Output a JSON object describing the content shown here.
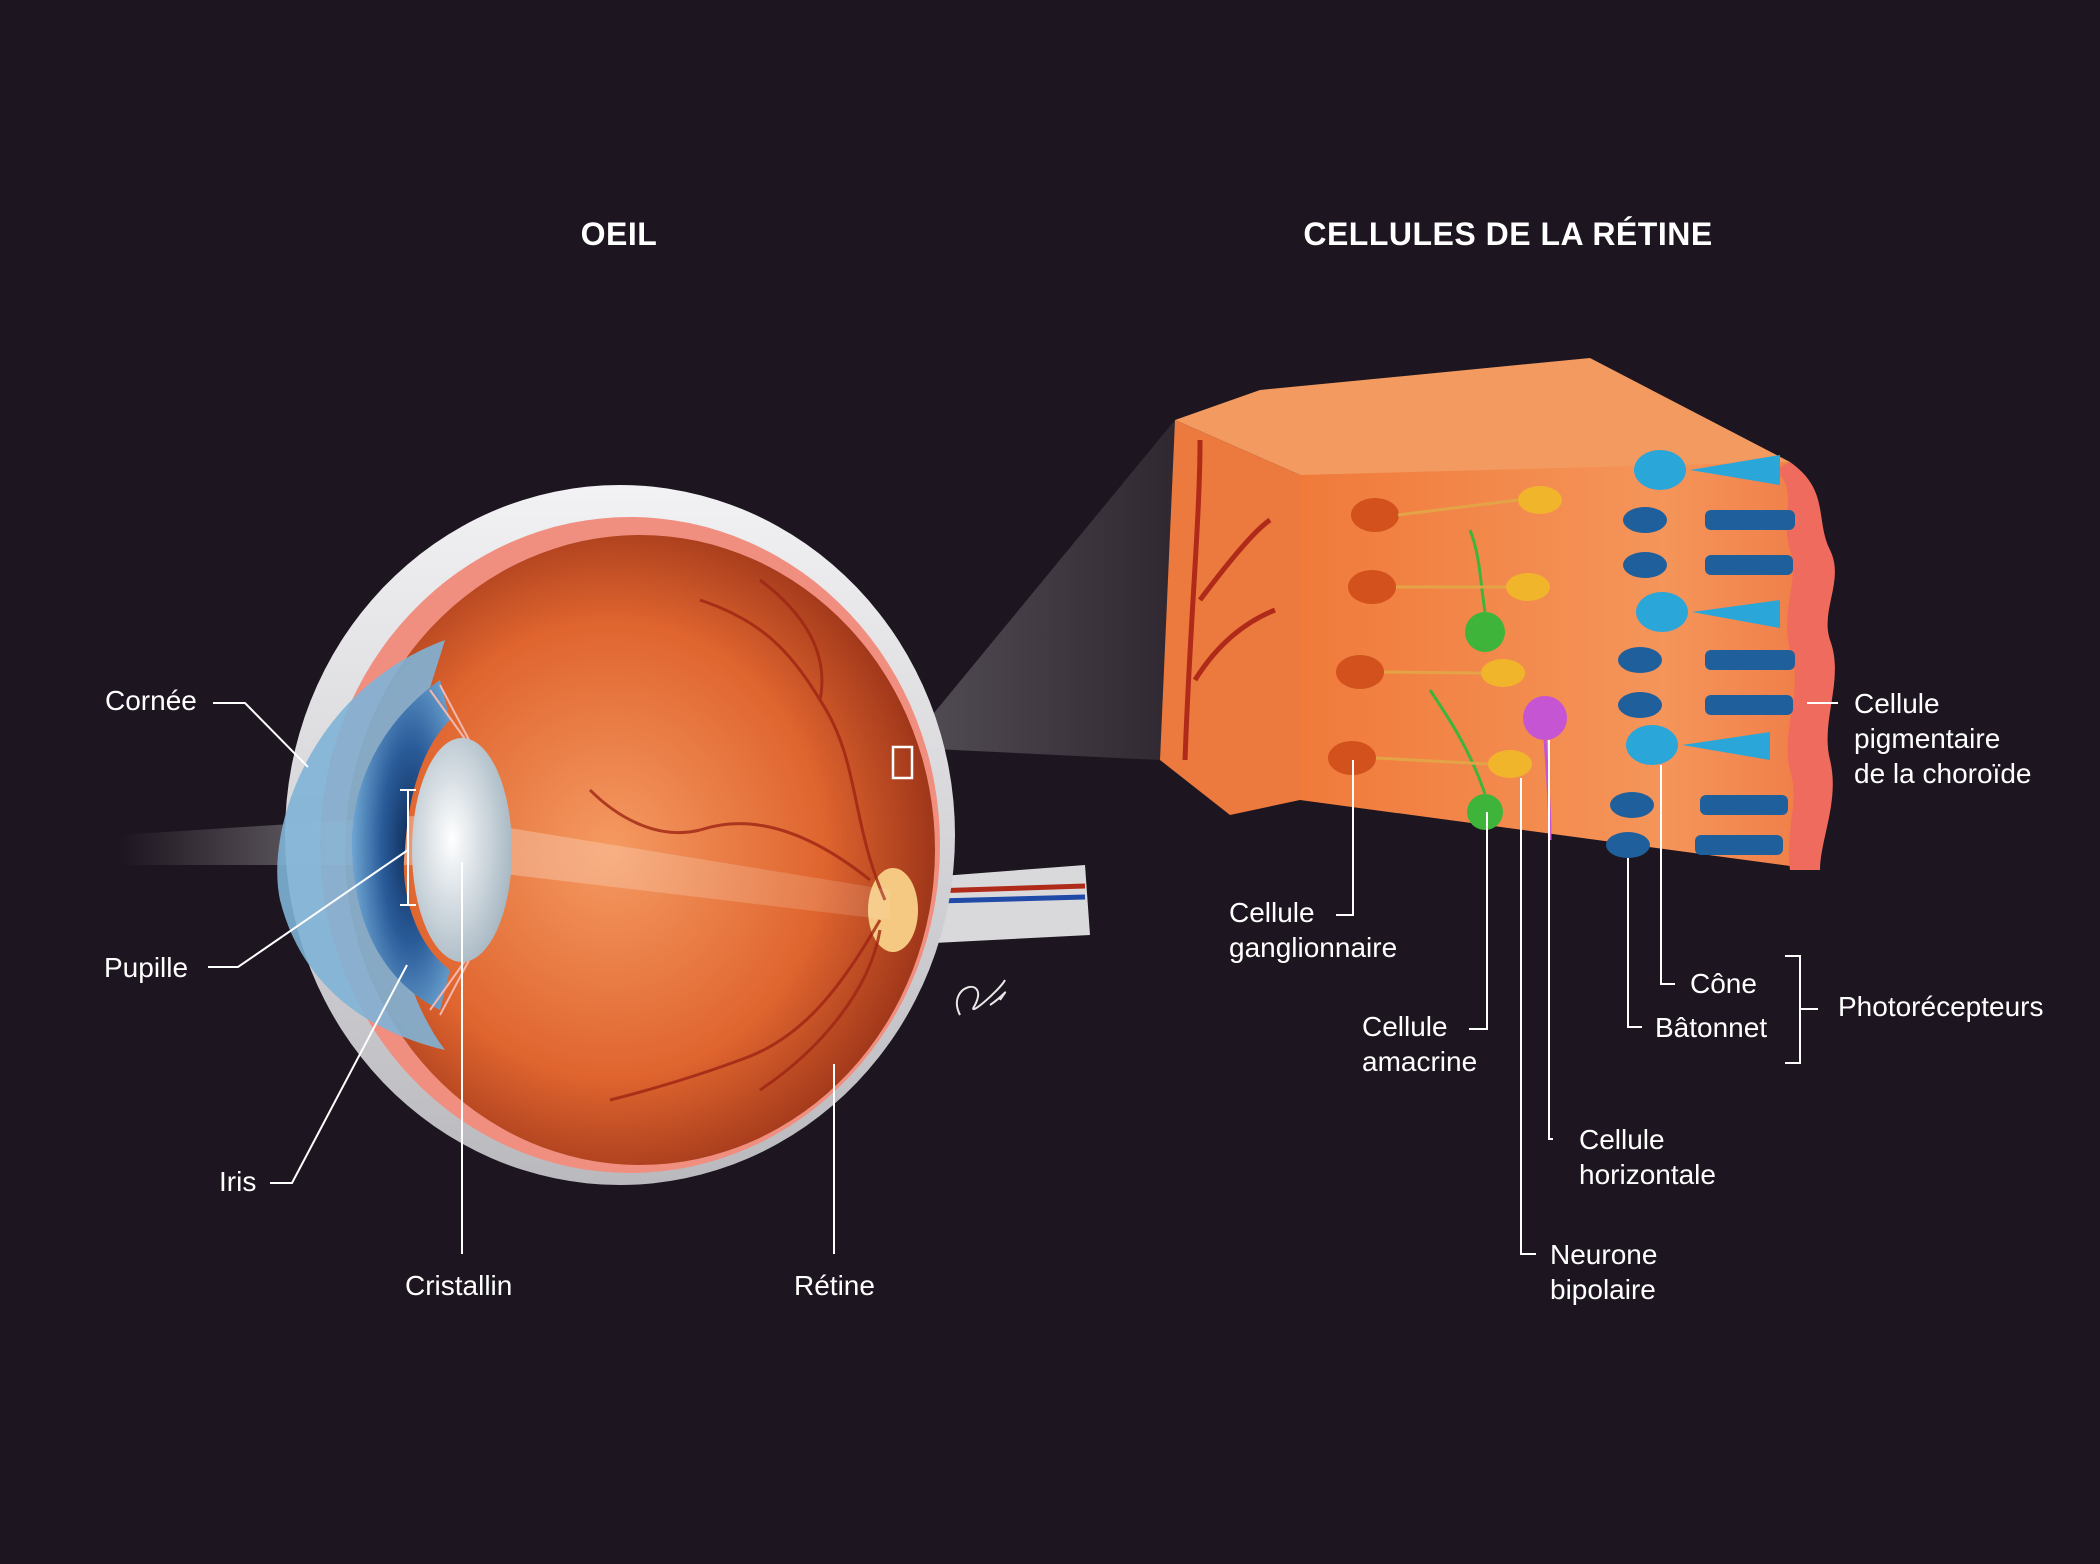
{
  "titles": {
    "eye": "OEIL",
    "retina_cells": "CELLULES DE LA RÉTINE"
  },
  "eye_labels": {
    "cornea": "Cornée",
    "pupil": "Pupille",
    "iris": "Iris",
    "lens": "Cristallin",
    "retina": "Rétine"
  },
  "retina_labels": {
    "pigment_cell": [
      "Cellule",
      "pigmentaire",
      "de la choroïde"
    ],
    "ganglion_cell": [
      "Cellule",
      "ganglionnaire"
    ],
    "amacrine_cell": [
      "Cellule",
      "amacrine"
    ],
    "horizontal_cell": [
      "Cellule",
      "horizontale"
    ],
    "bipolar_neuron": [
      "Neurone",
      "bipolaire"
    ],
    "cone": "Cône",
    "rod": "Bâtonnet",
    "photoreceptors": "Photorécepteurs"
  },
  "colors": {
    "background": "#1d151f",
    "sclera": "#e4e4e6",
    "eye_interior": "#e0652f",
    "retina_tissue": "#f28a4c",
    "cornea": "#7fb3d6",
    "ganglion_cell": "#d2511c",
    "bipolar_cell": "#f1b52c",
    "amacrine_cell": "#3fb43a",
    "horizontal_cell": "#c655d4",
    "cone_cell": "#2aa6d8",
    "rod_cell": "#1f5f9c",
    "pigment_epithelium": "#ef6b5e",
    "blood_vessel": "#b02a1a"
  }
}
